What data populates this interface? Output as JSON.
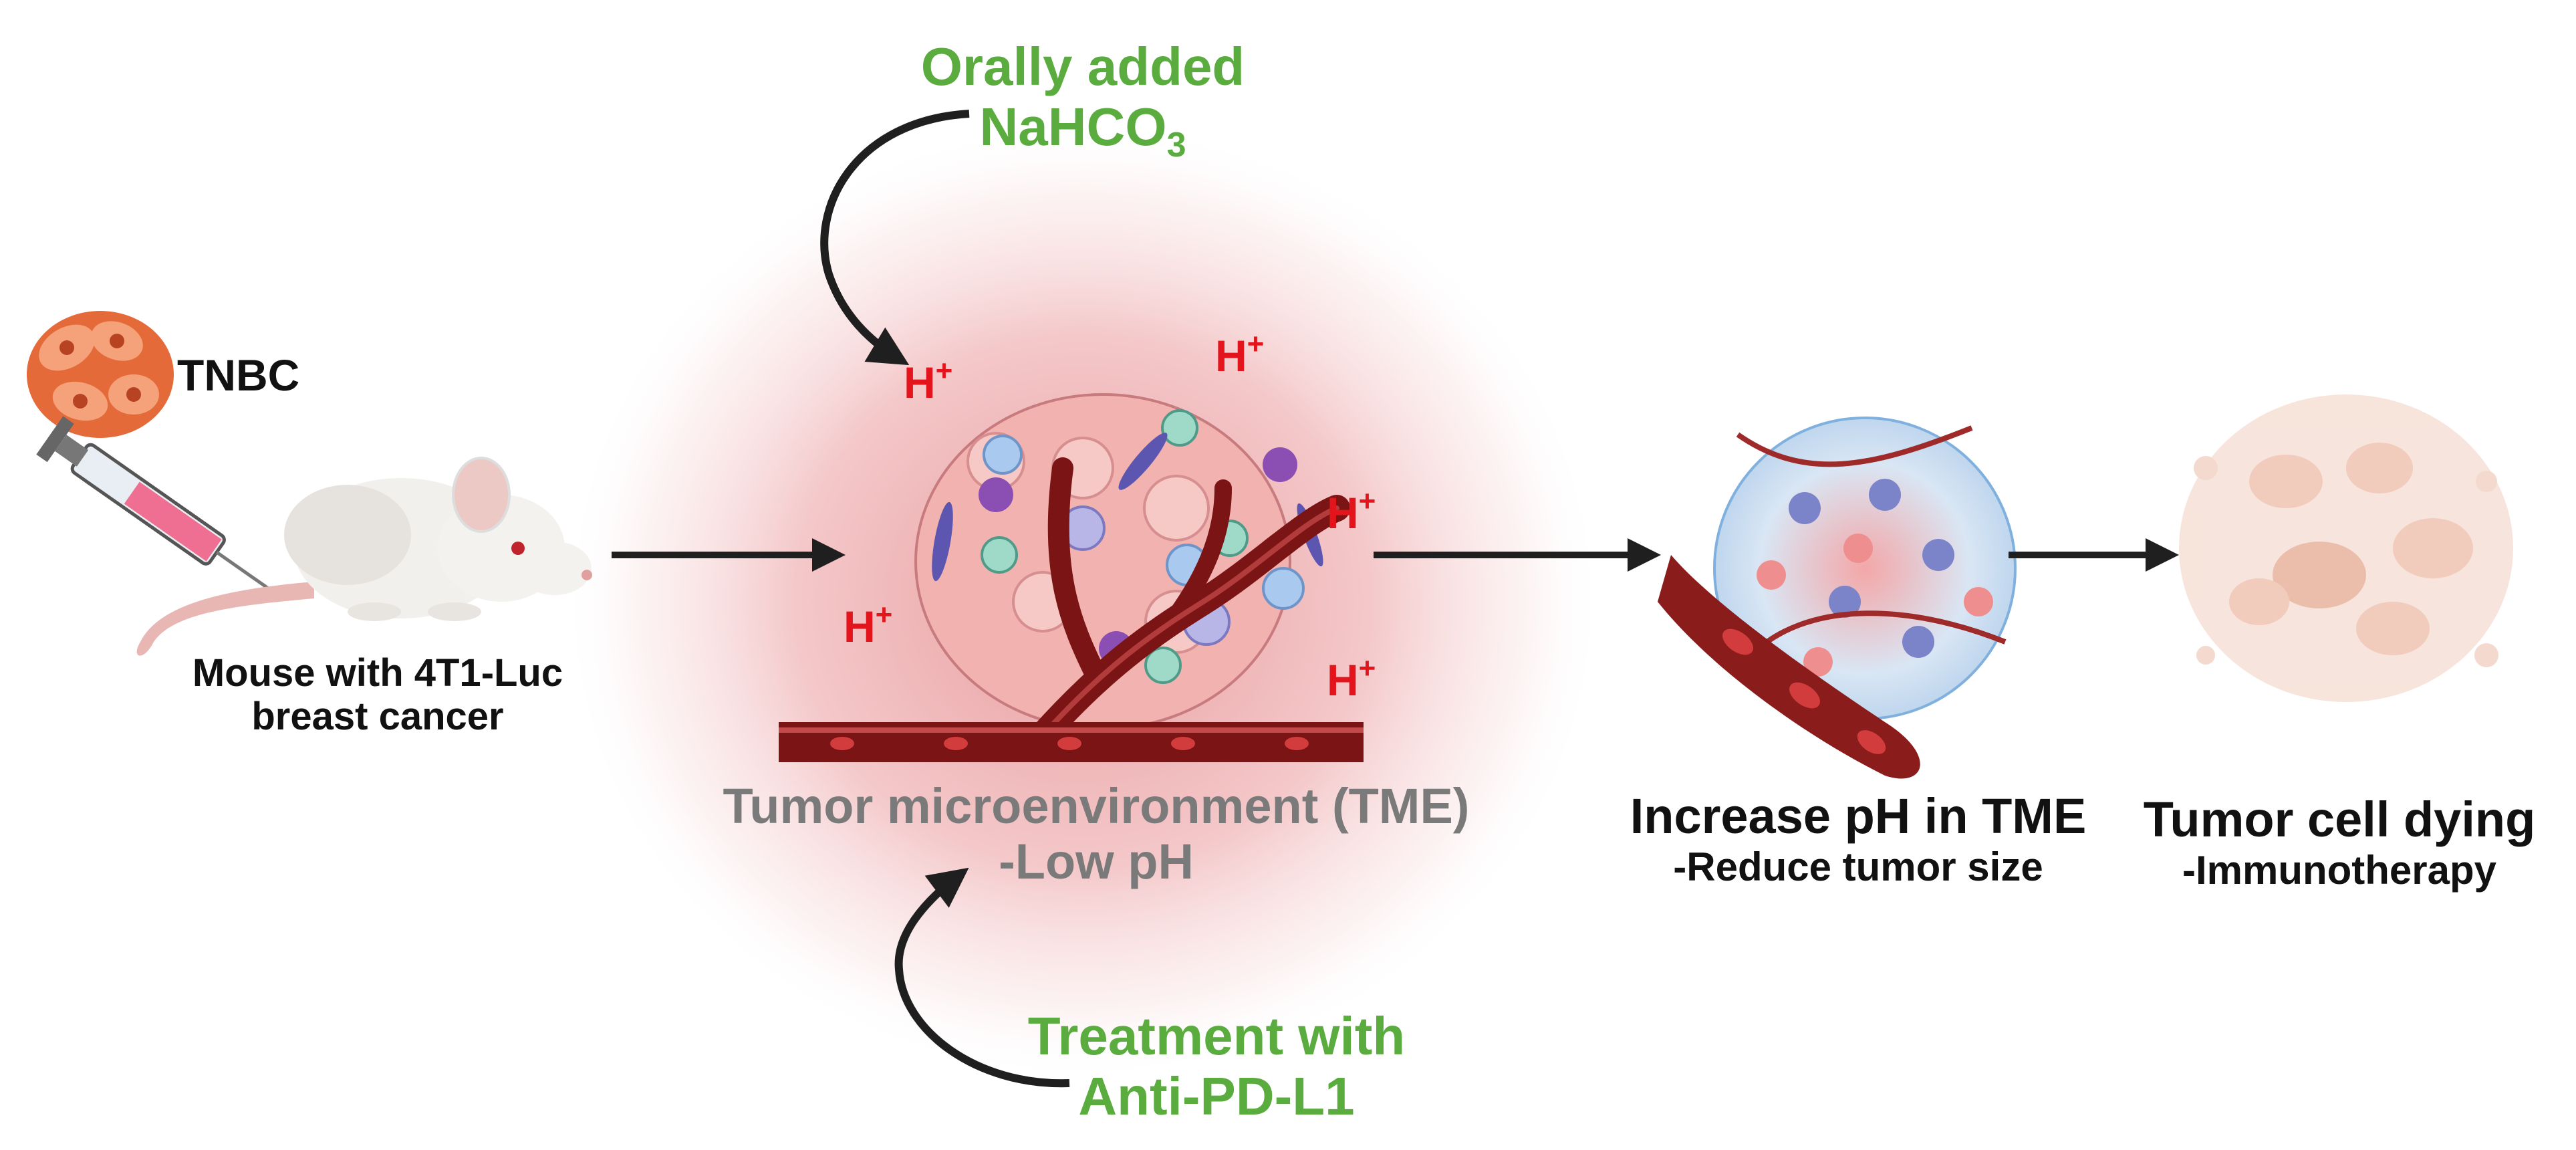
{
  "labels": {
    "orally_added": "Orally added",
    "nahco3_base": "NaHCO",
    "nahco3_sub": "3",
    "tnbc": "TNBC",
    "mouse_line1": "Mouse with 4T1-Luc",
    "mouse_line2": "breast cancer",
    "tme_line1": "Tumor microenvironment (TME)",
    "tme_line2": "-Low pH",
    "treatment_line1": "Treatment with",
    "treatment_line2": "Anti-PD-L1",
    "increase_line1": "Increase pH in TME",
    "increase_line2": "-Reduce tumor size",
    "dying_line1": "Tumor cell dying",
    "dying_line2": "-Immunotherapy",
    "proton": "H",
    "proton_charge": "+"
  },
  "colors": {
    "green_text": "#5aac3f",
    "proton_red": "#e3141b",
    "vessel_dark": "#7b1414",
    "tme_glow": "#e9a3a6",
    "arrow": "#1f1f1f",
    "tme_text_grey": "#7a7a7a"
  },
  "icons": [
    "tnbc-cell-cluster-icon",
    "syringe-icon",
    "mouse-icon",
    "tumor-vessel-icon",
    "treated-tumor-icon",
    "dying-tumor-cells-icon"
  ]
}
